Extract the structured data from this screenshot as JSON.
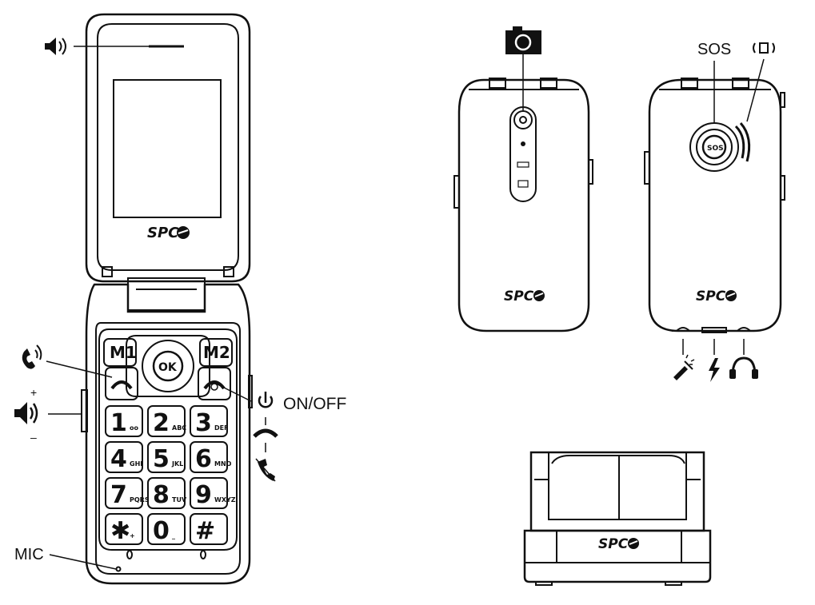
{
  "brand": "SPC",
  "labels": {
    "sos": "SOS",
    "on_off": "ON/OFF",
    "mic": "MIC",
    "plus": "+",
    "minus": "–"
  },
  "keys": {
    "m1": "M1",
    "m2": "M2",
    "ok": "OK",
    "digits": [
      "1",
      "2",
      "3",
      "4",
      "5",
      "6",
      "7",
      "8",
      "9",
      "✱",
      "0",
      "#"
    ],
    "subs": [
      "oo",
      "ABC",
      "DEF",
      "GHI",
      "JKL",
      "MNO",
      "PQRS",
      "TUV",
      "WXYZ",
      "+",
      "_",
      ""
    ]
  },
  "icons": {
    "earpiece": "speaker-icon",
    "call": "phone-ring-icon",
    "volume": "volume-icon",
    "power": "power-icon",
    "end_call": "handset-icon",
    "reject": "reject-call-icon",
    "camera": "camera-icon",
    "vibrate": "vibrate-icon",
    "flashlight": "flashlight-icon",
    "charge": "lightning-icon",
    "headphones": "headphones-icon"
  }
}
